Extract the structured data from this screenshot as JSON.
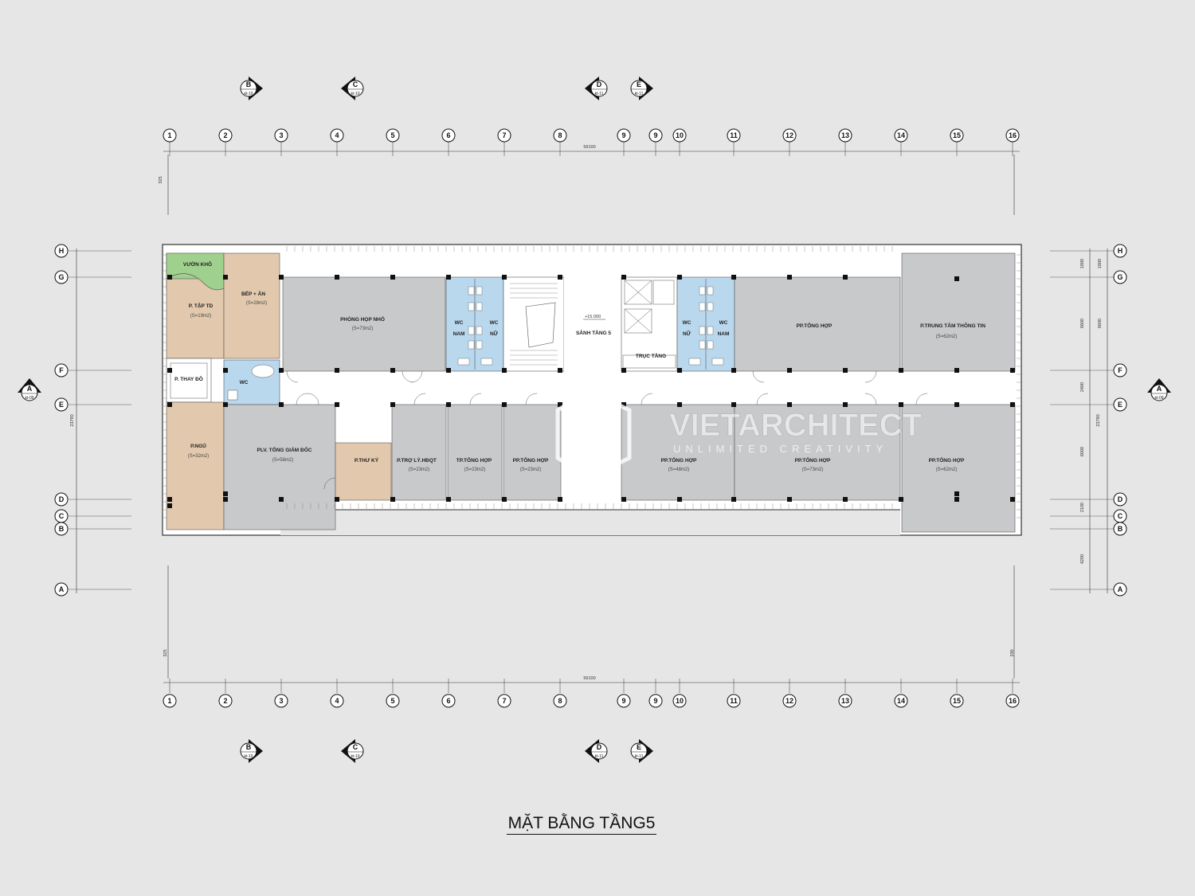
{
  "title": "MẶT BẰNG TẦNG5",
  "watermark": {
    "brand": "VIETARCHITECT",
    "tagline": "UNLIMITED CREATIVITY"
  },
  "grid_columns": [
    "1",
    "2",
    "3",
    "4",
    "5",
    "6",
    "7",
    "8",
    "9",
    "9",
    "10",
    "11",
    "12",
    "13",
    "14",
    "15",
    "16"
  ],
  "grid_rows": [
    "H",
    "G",
    "F",
    "E",
    "D",
    "C",
    "B",
    "A"
  ],
  "dimensions": {
    "overall_width": "59100",
    "overall_depth": "23790",
    "top_offset": "325",
    "bottom_offset_left": "325",
    "bottom_offset_right": "330",
    "row_spans": [
      "1800",
      "6600",
      "2400",
      "6000",
      "2100",
      "4200"
    ]
  },
  "section_markers": [
    {
      "letter": "B",
      "sheet": "kt-10"
    },
    {
      "letter": "C",
      "sheet": "kt-10"
    },
    {
      "letter": "D",
      "sheet": "kt-11"
    },
    {
      "letter": "E",
      "sheet": "kt-11"
    }
  ],
  "side_markers": [
    {
      "letter": "A",
      "sheet": "kt-09"
    },
    {
      "letter": "A",
      "sheet": "kt-09"
    }
  ],
  "level": "+15.000",
  "rooms": {
    "vuon_kho": {
      "name": "VƯỜN KHÔ"
    },
    "tap_td": {
      "name": "P. TẬP TD",
      "area": "(S=19m2)"
    },
    "bep_an": {
      "name": "BẾP + ĂN",
      "area": "(S=28m2)"
    },
    "thay_do": {
      "name": "P. THAY ĐỒ"
    },
    "wc_suite": {
      "name": "WC"
    },
    "ngu": {
      "name": "P.NGỦ",
      "area": "(S=32m2)"
    },
    "plv_tgd": {
      "name": "PLV. TỔNG GIÁM ĐỐC",
      "area": "(S=56m2)"
    },
    "thu_ky": {
      "name": "P.THƯ KÝ"
    },
    "phong_hop_nho": {
      "name": "PHÒNG HỌP NHỎ",
      "area": "(S=73m2)"
    },
    "tro_ly": {
      "name": "P.TRỢ LÝ.HĐQT",
      "area": "(S=23m2)"
    },
    "tp_tong_hop": {
      "name": "TP.TỔNG HỢP",
      "area": "(S=23m2)"
    },
    "pp_tong_hop_1": {
      "name": "PP.TỔNG HỢP",
      "area": "(S=23m2)"
    },
    "sanh": {
      "name": "SẢNH TẦNG 5"
    },
    "truc_tang": {
      "name": "TRỤC TẦNG"
    },
    "pp_tong_hop_2": {
      "name": "PP.TỔNG HỢP",
      "area": "(S=48m2)"
    },
    "pp_tong_hop_3": {
      "name": "PP.TỔNG HỢP",
      "area": "(S=73m2)"
    },
    "pp_tong_hop_4": {
      "name": "PP.TỔNG HỢP",
      "area": "(S=62m2)"
    },
    "pp_tong_hop_top": {
      "name": "PP.TỔNG HỢP"
    },
    "trung_tam": {
      "name": "P.TRUNG TÂM THÔNG TIN",
      "area": "(S=62m2)"
    }
  },
  "wc_left": {
    "nam": "NAM",
    "nu": "NỮ",
    "wc": "WC"
  },
  "wc_right": {
    "nam": "NAM",
    "nu": "NỮ",
    "wc": "WC"
  },
  "colors": {
    "background": "#e6e6e6",
    "room_gray": "#c8c9cb",
    "room_tan": "#e2c9ad",
    "garden": "#9fd08d",
    "wc_blue": "#b9d8ee",
    "corridor": "#ffffff"
  }
}
